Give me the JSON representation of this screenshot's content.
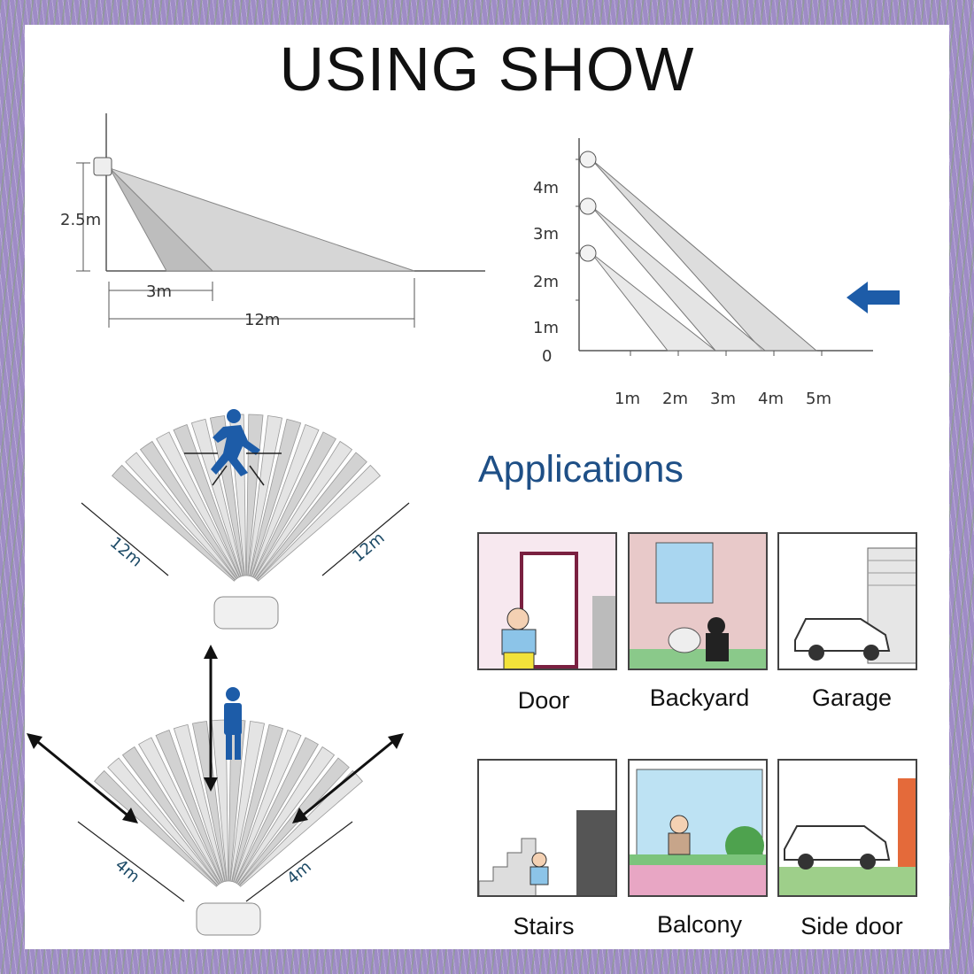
{
  "title": "USING SHOW",
  "side_view": {
    "height_label": "2.5m",
    "near_label": "3m",
    "far_label": "12m"
  },
  "height_chart": {
    "y_labels": [
      "4m",
      "3m",
      "2m",
      "1m",
      "0"
    ],
    "x_labels": [
      "1m",
      "2m",
      "3m",
      "4m",
      "5m"
    ],
    "arrow_color": "#1d5ca8"
  },
  "fan_top": {
    "left_label": "12m",
    "right_label": "12m"
  },
  "fan_bottom": {
    "left_label": "4m",
    "right_label": "4m"
  },
  "applications": {
    "heading": "Applications",
    "items": [
      {
        "label": "Door"
      },
      {
        "label": "Backyard"
      },
      {
        "label": "Garage"
      },
      {
        "label": "Stairs"
      },
      {
        "label": "Balcony"
      },
      {
        "label": "Side door"
      }
    ]
  },
  "colors": {
    "heading": "#1e4f86",
    "person_icon": "#1d5ca8"
  }
}
